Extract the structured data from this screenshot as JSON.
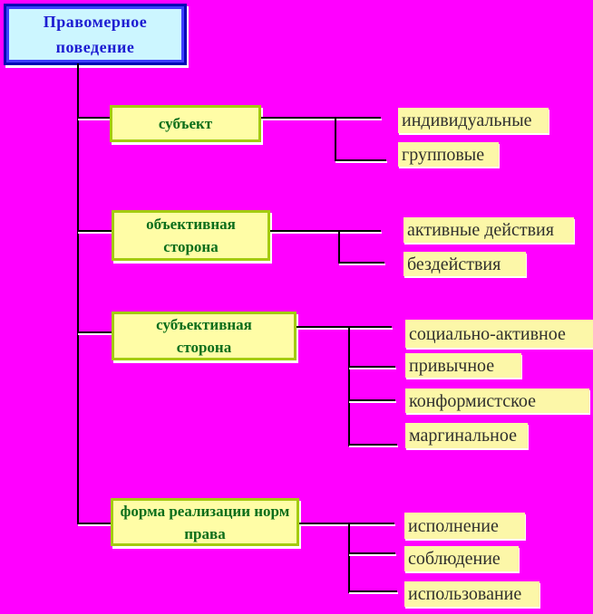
{
  "page": {
    "background_color": "#ff00ff",
    "line_color": "#000000",
    "shadow_color": "#ffffff"
  },
  "root": {
    "label": "Правомерное\nповедение",
    "fill": "#ccf6ff",
    "border_color": "#0009b5",
    "inner_border_color": "#3e3eff",
    "text_color": "#1d1dd2"
  },
  "category_style": {
    "fill": "#fffda6",
    "border_color": "#a4cb10",
    "text_color": "#0b6e1b"
  },
  "leaf_style": {
    "fill": "#fcf7a8",
    "text_color": "#30302e"
  },
  "categories": [
    {
      "label": "субъект",
      "items": [
        "индивидуальные",
        "групповые"
      ]
    },
    {
      "label": "объективная\nсторона",
      "items": [
        "активные действия",
        "бездействия"
      ]
    },
    {
      "label": "субъективная\nсторона",
      "items": [
        "социально-активное",
        "привычное",
        "конформистское",
        "маргинальное"
      ]
    },
    {
      "label": "форма реализации норм\nправа",
      "items": [
        "исполнение",
        "соблюдение",
        "использование"
      ]
    }
  ]
}
